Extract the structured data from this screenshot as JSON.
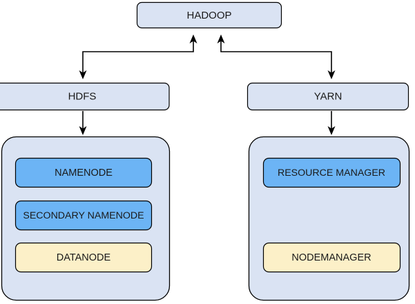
{
  "diagram": {
    "title": "HADOOP",
    "root": {
      "label": "HADOOP",
      "fill": "#DAE3F3",
      "stroke": "#000000"
    },
    "branches": [
      {
        "label": "HDFS",
        "fill": "#DAE3F3",
        "container_fill": "#DAE3F3",
        "components": [
          {
            "label": "NAMENODE",
            "fill": "#6CB4F5",
            "kind": "master"
          },
          {
            "label": "SECONDARY NAMENODE",
            "fill": "#6CB4F5",
            "kind": "master"
          },
          {
            "label": "DATANODE",
            "fill": "#FCF0C8",
            "kind": "worker"
          }
        ]
      },
      {
        "label": "YARN",
        "fill": "#DAE3F3",
        "container_fill": "#DAE3F3",
        "components": [
          {
            "label": "RESOURCE MANAGER",
            "fill": "#6CB4F5",
            "kind": "master"
          },
          {
            "label": "NODEMANAGER",
            "fill": "#FCF0C8",
            "kind": "worker"
          }
        ]
      }
    ],
    "colors": {
      "box_light_blue": "#DAE3F3",
      "box_blue": "#6CB4F5",
      "box_yellow": "#FCF0C8",
      "stroke": "#000000",
      "background": "#FFFFFF"
    },
    "connectors": [
      {
        "from": "HDFS",
        "to": "HADOOP",
        "style": "elbow-double-arrow"
      },
      {
        "from": "YARN",
        "to": "HADOOP",
        "style": "elbow-double-arrow"
      },
      {
        "from": "HDFS",
        "to": "HDFS-CONTAINER",
        "style": "straight-arrow"
      },
      {
        "from": "YARN",
        "to": "YARN-CONTAINER",
        "style": "straight-arrow"
      }
    ]
  }
}
